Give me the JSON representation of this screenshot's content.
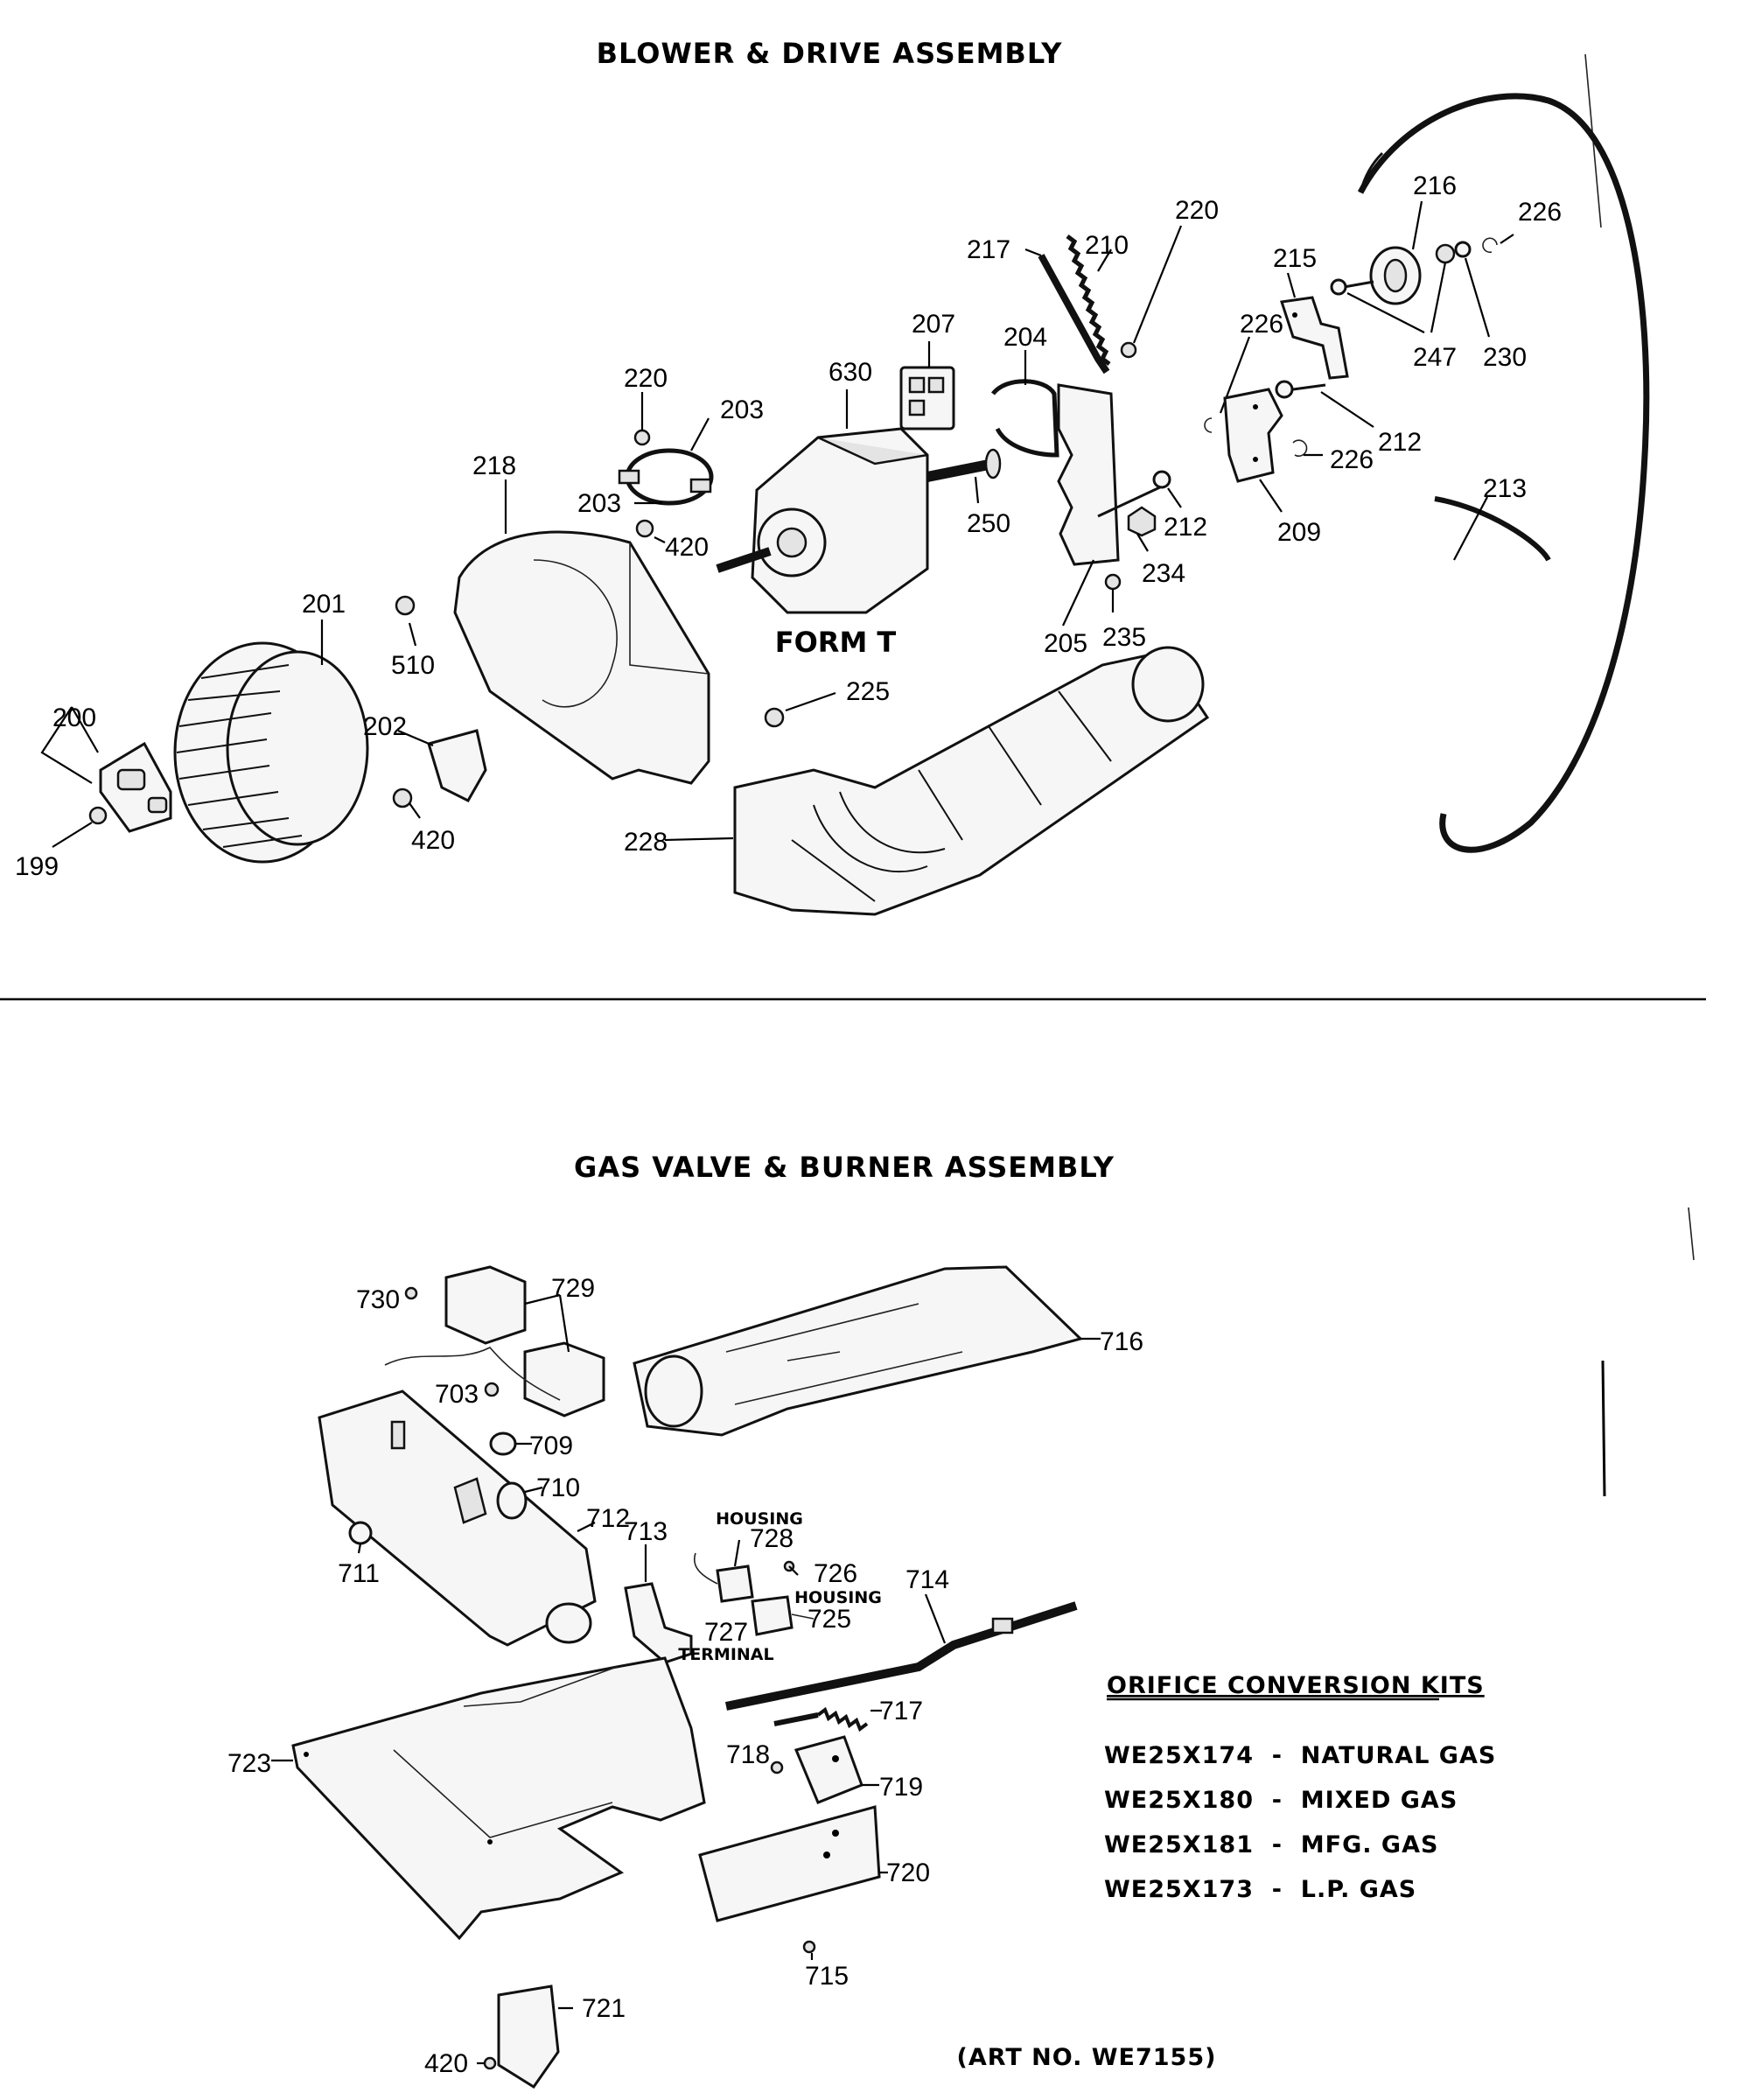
{
  "titles": {
    "blower": "BLOWER & DRIVE ASSEMBLY",
    "gas": "GAS VALVE & BURNER ASSEMBLY"
  },
  "form_label": "FORM T",
  "callouts": {
    "c199": "199",
    "c200": "200",
    "c201": "201",
    "c202": "202",
    "c420a": "420",
    "c510": "510",
    "c218": "218",
    "c220a": "220",
    "c203a": "203",
    "c203b": "203",
    "c420b": "420",
    "c630": "630",
    "c207": "207",
    "c250": "250",
    "c225": "225",
    "c228": "228",
    "c217": "217",
    "c210": "210",
    "c220b": "220",
    "c204": "204",
    "c205": "205",
    "c212a": "212",
    "c234": "234",
    "c235": "235",
    "c215": "215",
    "c226a": "226",
    "c216": "216",
    "c226b": "226",
    "c247": "247",
    "c230": "230",
    "c212b": "212",
    "c226c": "226",
    "c209": "209",
    "c213": "213",
    "c730": "730",
    "c729": "729",
    "c703": "703",
    "c709": "709",
    "c710": "710",
    "c712": "712",
    "c711": "711",
    "c716": "716",
    "c713": "713",
    "c728": "728",
    "c726": "726",
    "c725": "725",
    "c727": "727",
    "c714": "714",
    "c717": "717",
    "c718": "718",
    "c719": "719",
    "c720": "720",
    "c715": "715",
    "c723": "723",
    "c721": "721",
    "c420c": "420"
  },
  "small_labels": {
    "housing1": "HOUSING",
    "housing2": "HOUSING",
    "terminal": "TERMINAL"
  },
  "orifice_kits": {
    "heading": "ORIFICE CONVERSION KITS",
    "items": [
      "WE25X174  -  NATURAL GAS",
      "WE25X180  -  MIXED GAS",
      "WE25X181  -  MFG. GAS",
      "WE25X173  -  L.P. GAS"
    ]
  },
  "art_number": "(ART NO. WE7155)"
}
